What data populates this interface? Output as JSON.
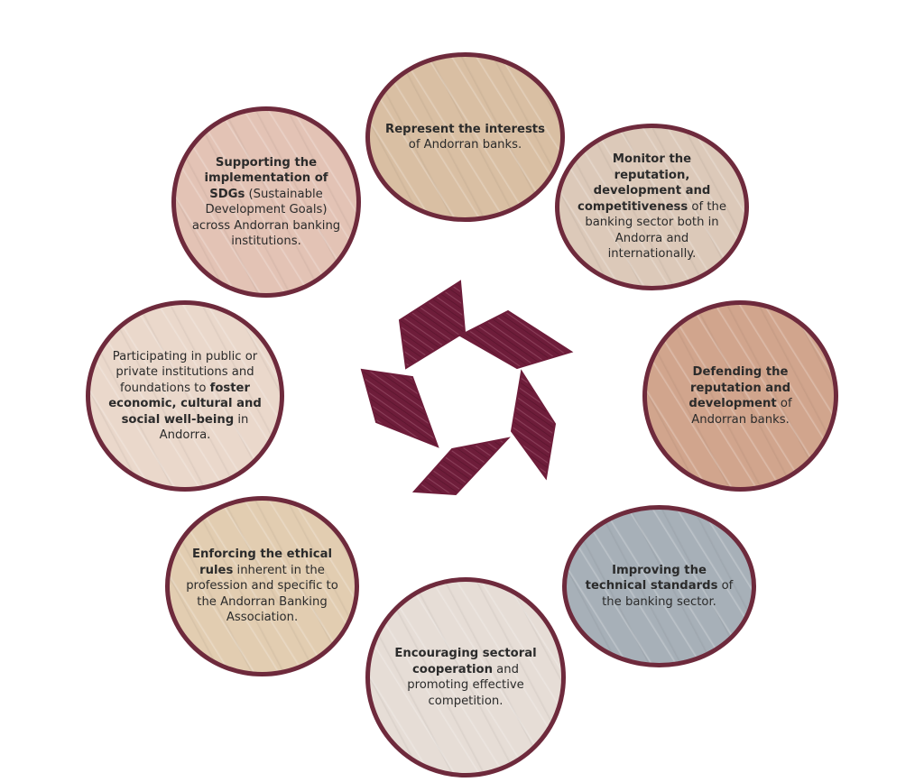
{
  "circles": [
    {
      "id": "represent",
      "bold1": "Represent the interests",
      "text1": " of Andorran banks.",
      "bold2": "",
      "text2": "",
      "color": "#d9bfa3"
    },
    {
      "id": "monitor",
      "bold1": "Monitor the reputation, development and competitiveness",
      "text1": " of the banking sector both in Andorra and internationally.",
      "bold2": "",
      "text2": "",
      "color": "#dcc9b9"
    },
    {
      "id": "defending",
      "bold1": "Defending the reputation and development",
      "text1": " of Andorran banks.",
      "bold2": "",
      "text2": "",
      "color": "#d1a58d"
    },
    {
      "id": "improving",
      "bold1": "Improving the technical standards",
      "text1": " of the banking sector.",
      "bold2": "",
      "text2": "",
      "color": "#a7b0b8"
    },
    {
      "id": "encouraging",
      "bold1": "Encouraging sectoral cooperation",
      "text1": " and promoting effective competition.",
      "bold2": "",
      "text2": "",
      "color": "#e6ddd6"
    },
    {
      "id": "enforcing",
      "bold1": "Enforcing the ethical rules",
      "text1": " inherent in the profession and specific to the Andorran Banking Association.",
      "bold2": "",
      "text2": "",
      "color": "#e2cdb1"
    },
    {
      "id": "participating",
      "text0": "Participating in public or private institutions and foundations to ",
      "bold1": "foster economic, cultural and social well-being",
      "text1": " in Andorra.",
      "bold2": "",
      "text2": "",
      "color": "#ead8cb"
    },
    {
      "id": "supporting",
      "bold1": "Supporting the implementation of SDGs",
      "text1": " (Sustainable Development Goals) across Andorran banking institutions.",
      "bold2": "",
      "text2": "",
      "color": "#e3c3b5"
    }
  ],
  "colors": {
    "border": "#6e2a3c",
    "logo": "#6e1d3a"
  }
}
